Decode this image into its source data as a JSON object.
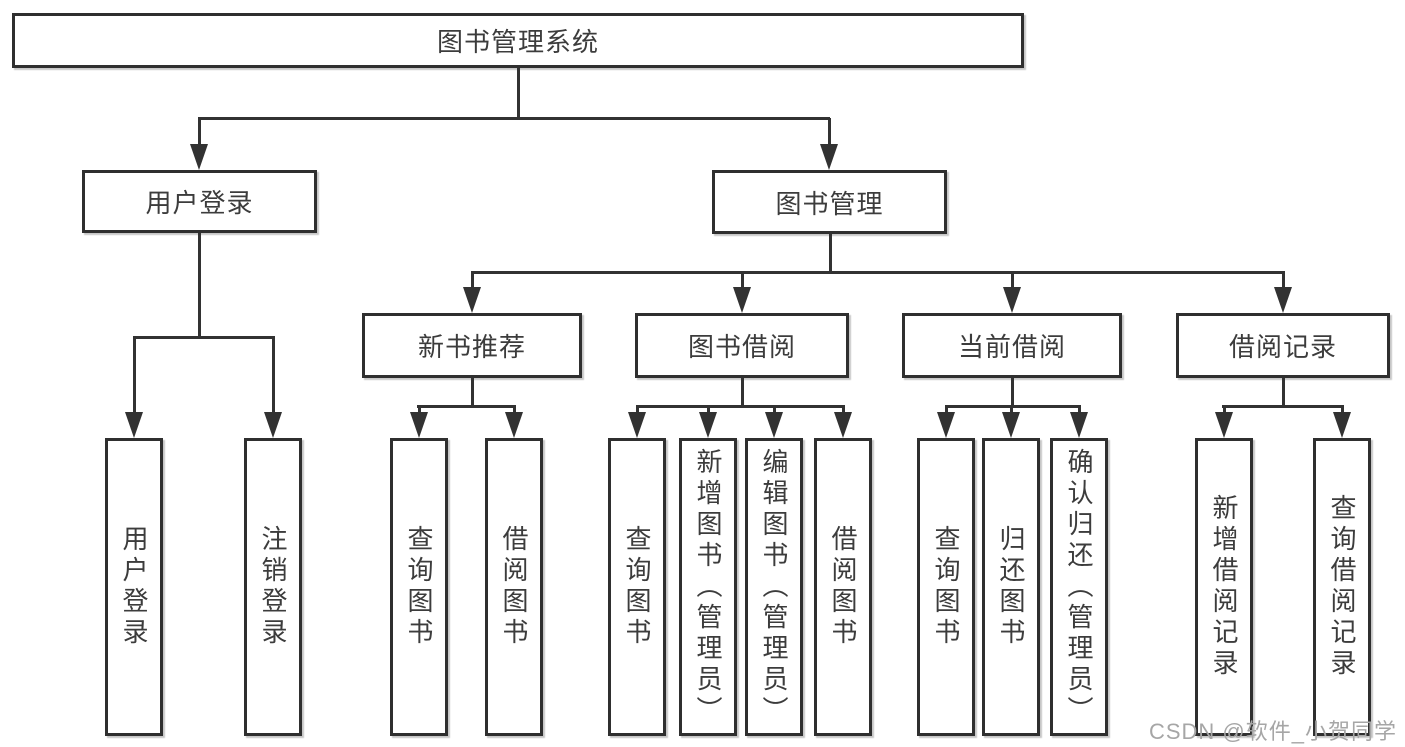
{
  "colors": {
    "background": "#ffffff",
    "line": "#323232",
    "box_border": "#2f2f2f",
    "text": "#3c3c3c",
    "watermark": "#a6a6a6"
  },
  "diagram": {
    "root": "图书管理系统",
    "user_login": {
      "label": "用户登录",
      "children": [
        "用户登录",
        "注销登录"
      ]
    },
    "book_mgmt": {
      "label": "图书管理",
      "groups": [
        {
          "label": "新书推荐",
          "children": [
            "查询图书",
            "借阅图书"
          ]
        },
        {
          "label": "图书借阅",
          "children": [
            "查询图书",
            "新增图书（管理员）",
            "编辑图书（管理员）",
            "借阅图书"
          ]
        },
        {
          "label": "当前借阅",
          "children": [
            "查询图书",
            "归还图书",
            "确认归还（管理员）"
          ]
        },
        {
          "label": "借阅记录",
          "children": [
            "新增借阅记录",
            "查询借阅记录"
          ]
        }
      ]
    }
  },
  "watermark": {
    "text": "CSDN @软件_小贺同学"
  }
}
